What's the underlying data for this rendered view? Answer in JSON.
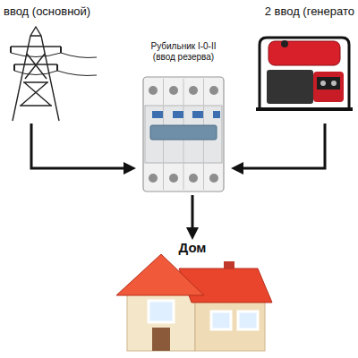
{
  "diagram": {
    "nodes": [
      {
        "text": [
          "ввод (основной)"
        ]
      },
      {
        "text": [
          "Рубильник I-0-II (ввод резерва)"
        ]
      },
      {
        "text": [
          "2 ввод (генерато"
        ]
      },
      {
        "text": [
          "Дом"
        ]
      }
    ],
    "edges": [
      {
        "from": 0,
        "to": 1,
        "arrow": "to"
      },
      {
        "from": 2,
        "to": 1,
        "arrow": "to"
      },
      {
        "from": 1,
        "to": 3,
        "arrow": "to"
      }
    ]
  }
}
